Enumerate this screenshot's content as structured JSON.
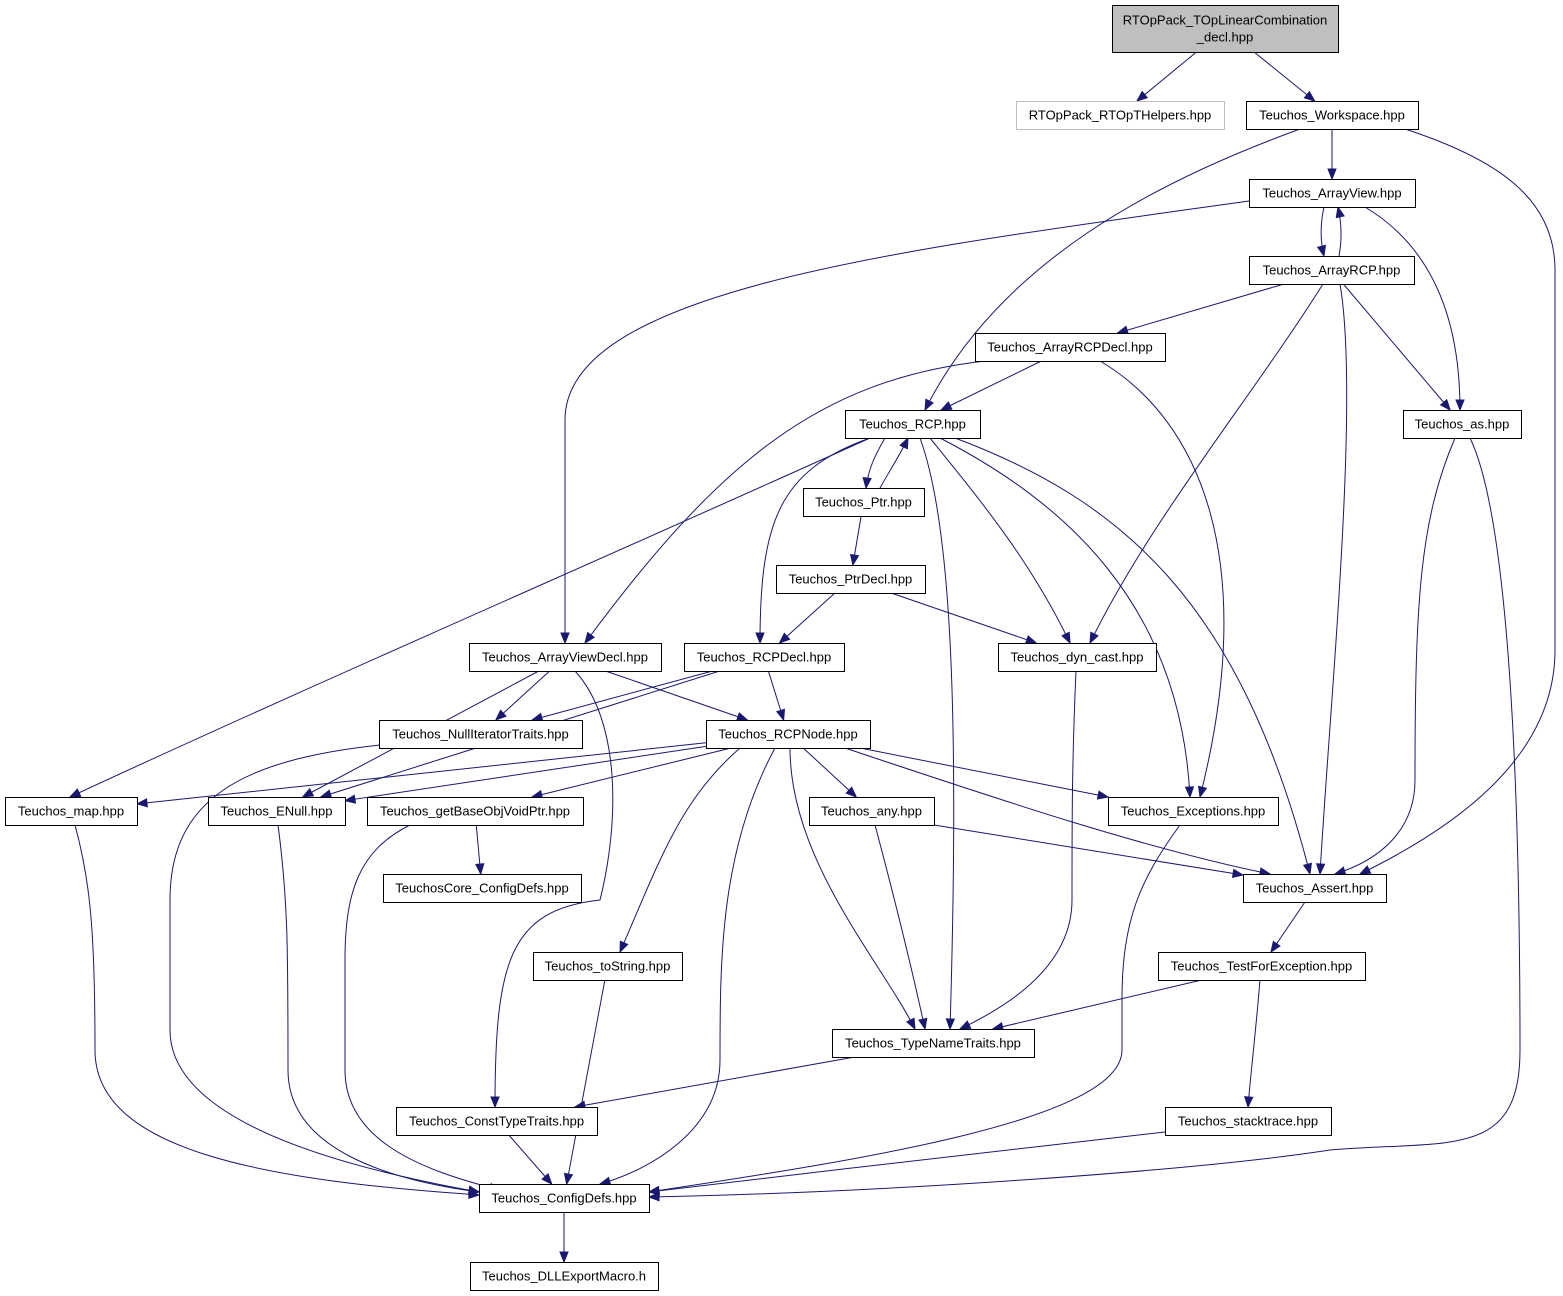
{
  "diagram": {
    "edge_color": "#191970",
    "root_fill": "#bfbfbf",
    "nodes": [
      {
        "id": "root",
        "lines": [
          "RTOpPack_TOpLinearCombination",
          "_decl.hpp"
        ],
        "style": "root"
      },
      {
        "id": "helpers",
        "lines": [
          "RTOpPack_RTOpTHelpers.hpp"
        ],
        "style": "ghost"
      },
      {
        "id": "workspace",
        "lines": [
          "Teuchos_Workspace.hpp"
        ]
      },
      {
        "id": "arrayview",
        "lines": [
          "Teuchos_ArrayView.hpp"
        ]
      },
      {
        "id": "arrayrcp",
        "lines": [
          "Teuchos_ArrayRCP.hpp"
        ]
      },
      {
        "id": "arrayrcpdecl",
        "lines": [
          "Teuchos_ArrayRCPDecl.hpp"
        ]
      },
      {
        "id": "rcp",
        "lines": [
          "Teuchos_RCP.hpp"
        ]
      },
      {
        "id": "as",
        "lines": [
          "Teuchos_as.hpp"
        ]
      },
      {
        "id": "ptr",
        "lines": [
          "Teuchos_Ptr.hpp"
        ]
      },
      {
        "id": "ptrdecl",
        "lines": [
          "Teuchos_PtrDecl.hpp"
        ]
      },
      {
        "id": "arrayviewdecl",
        "lines": [
          "Teuchos_ArrayViewDecl.hpp"
        ]
      },
      {
        "id": "rcpdecl",
        "lines": [
          "Teuchos_RCPDecl.hpp"
        ]
      },
      {
        "id": "dyncast",
        "lines": [
          "Teuchos_dyn_cast.hpp"
        ]
      },
      {
        "id": "nulliter",
        "lines": [
          "Teuchos_NullIteratorTraits.hpp"
        ]
      },
      {
        "id": "rcpnode",
        "lines": [
          "Teuchos_RCPNode.hpp"
        ]
      },
      {
        "id": "map",
        "lines": [
          "Teuchos_map.hpp"
        ]
      },
      {
        "id": "enull",
        "lines": [
          "Teuchos_ENull.hpp"
        ]
      },
      {
        "id": "getbase",
        "lines": [
          "Teuchos_getBaseObjVoidPtr.hpp"
        ]
      },
      {
        "id": "any",
        "lines": [
          "Teuchos_any.hpp"
        ]
      },
      {
        "id": "exceptions",
        "lines": [
          "Teuchos_Exceptions.hpp"
        ]
      },
      {
        "id": "coreconfig",
        "lines": [
          "TeuchosCore_ConfigDefs.hpp"
        ]
      },
      {
        "id": "assert",
        "lines": [
          "Teuchos_Assert.hpp"
        ]
      },
      {
        "id": "tostring",
        "lines": [
          "Teuchos_toString.hpp"
        ]
      },
      {
        "id": "testforexc",
        "lines": [
          "Teuchos_TestForException.hpp"
        ]
      },
      {
        "id": "typename",
        "lines": [
          "Teuchos_TypeNameTraits.hpp"
        ]
      },
      {
        "id": "consttype",
        "lines": [
          "Teuchos_ConstTypeTraits.hpp"
        ]
      },
      {
        "id": "stacktrace",
        "lines": [
          "Teuchos_stacktrace.hpp"
        ]
      },
      {
        "id": "configdefs",
        "lines": [
          "Teuchos_ConfigDefs.hpp"
        ]
      },
      {
        "id": "dllexport",
        "lines": [
          "Teuchos_DLLExportMacro.h"
        ]
      }
    ],
    "edges": [
      [
        "root",
        "helpers"
      ],
      [
        "root",
        "workspace"
      ],
      [
        "workspace",
        "arrayview"
      ],
      [
        "workspace",
        "rcp"
      ],
      [
        "workspace",
        "assert"
      ],
      [
        "arrayview",
        "arrayrcp"
      ],
      [
        "arrayview",
        "arrayviewdecl"
      ],
      [
        "arrayview",
        "as"
      ],
      [
        "arrayrcp",
        "arrayview"
      ],
      [
        "arrayrcp",
        "arrayrcpdecl"
      ],
      [
        "arrayrcp",
        "as"
      ],
      [
        "arrayrcp",
        "dyncast"
      ],
      [
        "arrayrcp",
        "assert"
      ],
      [
        "arrayrcpdecl",
        "rcp"
      ],
      [
        "arrayrcpdecl",
        "arrayviewdecl"
      ],
      [
        "arrayrcpdecl",
        "exceptions"
      ],
      [
        "rcp",
        "ptr"
      ],
      [
        "rcp",
        "rcpdecl"
      ],
      [
        "rcp",
        "map"
      ],
      [
        "rcp",
        "dyncast"
      ],
      [
        "rcp",
        "typename"
      ],
      [
        "rcp",
        "exceptions"
      ],
      [
        "rcp",
        "assert"
      ],
      [
        "ptr",
        "rcp"
      ],
      [
        "ptr",
        "ptrdecl"
      ],
      [
        "ptrdecl",
        "rcpdecl"
      ],
      [
        "ptrdecl",
        "dyncast"
      ],
      [
        "as",
        "assert"
      ],
      [
        "as",
        "configdefs"
      ],
      [
        "arrayviewdecl",
        "nulliter"
      ],
      [
        "arrayviewdecl",
        "enull"
      ],
      [
        "arrayviewdecl",
        "rcpnode"
      ],
      [
        "arrayviewdecl",
        "consttype"
      ],
      [
        "rcpdecl",
        "nulliter"
      ],
      [
        "rcpdecl",
        "rcpnode"
      ],
      [
        "rcpdecl",
        "enull"
      ],
      [
        "dyncast",
        "typename"
      ],
      [
        "nulliter",
        "configdefs"
      ],
      [
        "rcpnode",
        "map"
      ],
      [
        "rcpnode",
        "enull"
      ],
      [
        "rcpnode",
        "getbase"
      ],
      [
        "rcpnode",
        "any"
      ],
      [
        "rcpnode",
        "exceptions"
      ],
      [
        "rcpnode",
        "assert"
      ],
      [
        "rcpnode",
        "tostring"
      ],
      [
        "rcpnode",
        "typename"
      ],
      [
        "rcpnode",
        "configdefs"
      ],
      [
        "map",
        "configdefs"
      ],
      [
        "enull",
        "configdefs"
      ],
      [
        "getbase",
        "coreconfig"
      ],
      [
        "getbase",
        "configdefs"
      ],
      [
        "any",
        "assert"
      ],
      [
        "any",
        "typename"
      ],
      [
        "exceptions",
        "configdefs"
      ],
      [
        "assert",
        "testforexc"
      ],
      [
        "testforexc",
        "typename"
      ],
      [
        "testforexc",
        "stacktrace"
      ],
      [
        "tostring",
        "configdefs"
      ],
      [
        "typename",
        "consttype"
      ],
      [
        "consttype",
        "configdefs"
      ],
      [
        "stacktrace",
        "configdefs"
      ],
      [
        "configdefs",
        "dllexport"
      ]
    ]
  }
}
